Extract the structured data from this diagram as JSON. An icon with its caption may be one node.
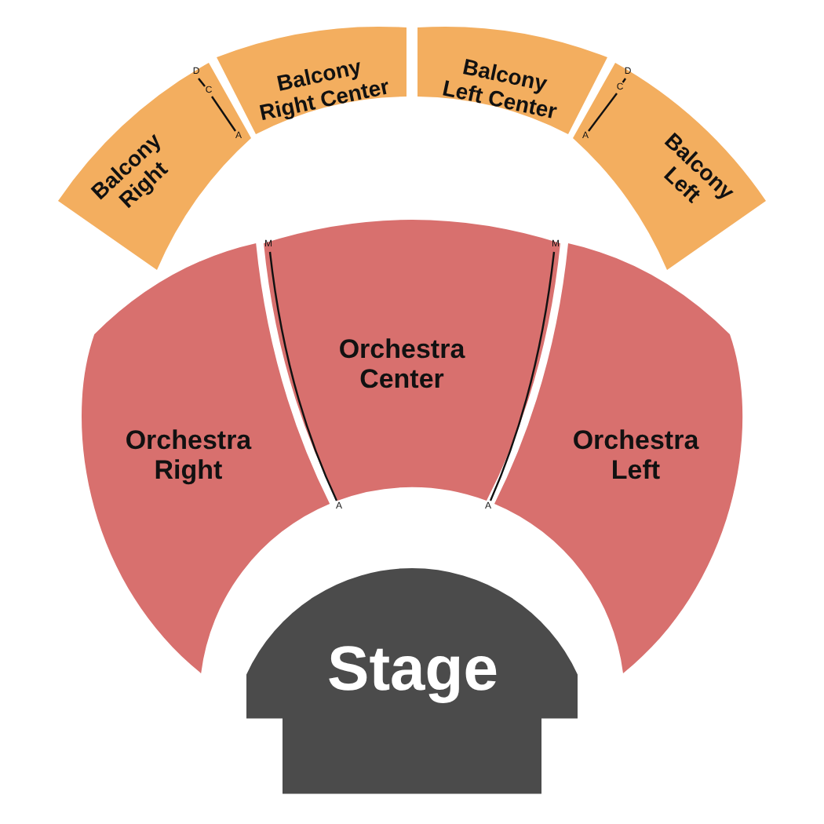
{
  "diagram": {
    "nodes": [
      {
        "text": [
          "Balcony Right"
        ]
      },
      {
        "text": [
          "Balcony Right Center"
        ]
      },
      {
        "text": [
          "Balcony Left Center"
        ]
      },
      {
        "text": [
          "Balcony Left"
        ]
      },
      {
        "text": [
          "Orchestra Right"
        ]
      },
      {
        "text": [
          "Orchestra Center"
        ]
      },
      {
        "text": [
          "Orchestra Left"
        ]
      },
      {
        "text": [
          "Stage"
        ]
      }
    ],
    "labels": [
      "D",
      "D",
      "C",
      "C",
      "A",
      "A",
      "M",
      "M",
      "A",
      "A"
    ]
  }
}
